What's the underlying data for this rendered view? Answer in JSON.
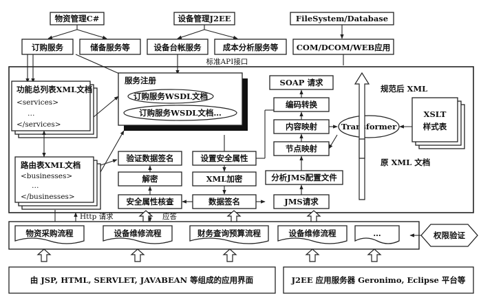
{
  "top": {
    "materials_csharp": "物资管理C#",
    "equipment_j2ee": "设备管理J2EE",
    "filesystem_db": "FileSystem/Database",
    "order_service": "订购服务",
    "storage_service": "储备服务等",
    "equipment_ledger": "设备台帐服务",
    "cost_analysis": "成本分析服务等",
    "com_dcom_web": "COM/DCOM/WEB应用"
  },
  "api_label": "标准API接口",
  "left": {
    "function_list_title": "功能总列表XML文档",
    "function_list_lines": [
      "<services>",
      "…",
      "</services>"
    ],
    "routing_title": "路由表XML文档",
    "routing_lines": [
      "<businesses>",
      "…",
      "</businesses>"
    ]
  },
  "registry": {
    "title": "服务注册",
    "wsdl_1": "订购服务WSDL文档",
    "wsdl_2": "订购服务WSDL文档…"
  },
  "security": {
    "verify_sign": "验证数据签名",
    "decrypt": "解密",
    "attr_check": "安全属性核查",
    "set_attr": "设置安全属性",
    "xml_encrypt": "XML加密",
    "data_sign": "数据签名"
  },
  "transform": {
    "soap_request": "SOAP 请求",
    "encode": "编码转换",
    "content_map": "内容映射",
    "node_map": "节点映射",
    "jms_config": "分析JMS配置文件",
    "jms_request": "JMS请求",
    "transformer": "Transformer",
    "xslt": [
      "XSLT",
      "样式表"
    ],
    "normalized_xml": "规范后 XML",
    "raw_xml": "原 XML 文档"
  },
  "flow": {
    "http_request": "Http 请求",
    "response": "应答",
    "procurement": "物资采购流程",
    "maintenance_1": "设备维修流程",
    "finance": "财务查询预算流程",
    "maintenance_2": "设备维修流程",
    "more": "…",
    "auth": "权限验证"
  },
  "bottom": {
    "ui_layer": "由 JSP, HTML, SERVLET, JAVABEAN 等组成的应用界面",
    "server_layer": "J2EE 应用服务器 Geronimo, Eclipse 平台等"
  }
}
